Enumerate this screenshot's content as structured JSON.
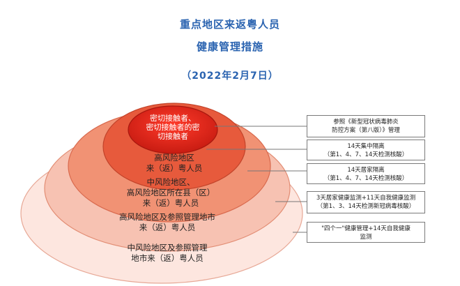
{
  "header": {
    "title_line1": "重点地区来返粤人员",
    "title_line2": "健康管理措施",
    "date": "（2022年2月7日）"
  },
  "rings": [
    {
      "id": "close-contact",
      "label": "密切接触者、\n密切接触者的密\n切接触者",
      "color": "#d42418"
    },
    {
      "id": "high-risk",
      "label": "高风险地区\n来（返）粤人员",
      "color": "#e75a3c"
    },
    {
      "id": "mid-risk",
      "label": "中风险地区、\n高风险地区所在县（区）\n来（返）粤人员",
      "color": "#f08c72"
    },
    {
      "id": "high-risk-city",
      "label": "高风险地区及参照管理地市\n来（返）粤人员",
      "color": "#f6b7a5"
    },
    {
      "id": "mid-risk-city",
      "label": "中风险地区及参照管理\n地市来（返）粤人员",
      "color": "#fbe0d8"
    }
  ],
  "measures": [
    {
      "id": "measure-1",
      "text": "参照《新型冠状病毒肺炎\n防控方案（第八版）》管理"
    },
    {
      "id": "measure-2",
      "text": "14天集中隔离\n（第1、4、7、14天检测核酸）"
    },
    {
      "id": "measure-3",
      "text": "14天居家隔离\n（第1、4、7、14天检测核酸）"
    },
    {
      "id": "measure-4",
      "text": "3天居家健康监测+11天自我健康监测\n（第1、3、14天检测新冠病毒核酸）"
    },
    {
      "id": "measure-5",
      "text": "\"四个一\"健康管理+14天自我健康\n监测"
    }
  ]
}
